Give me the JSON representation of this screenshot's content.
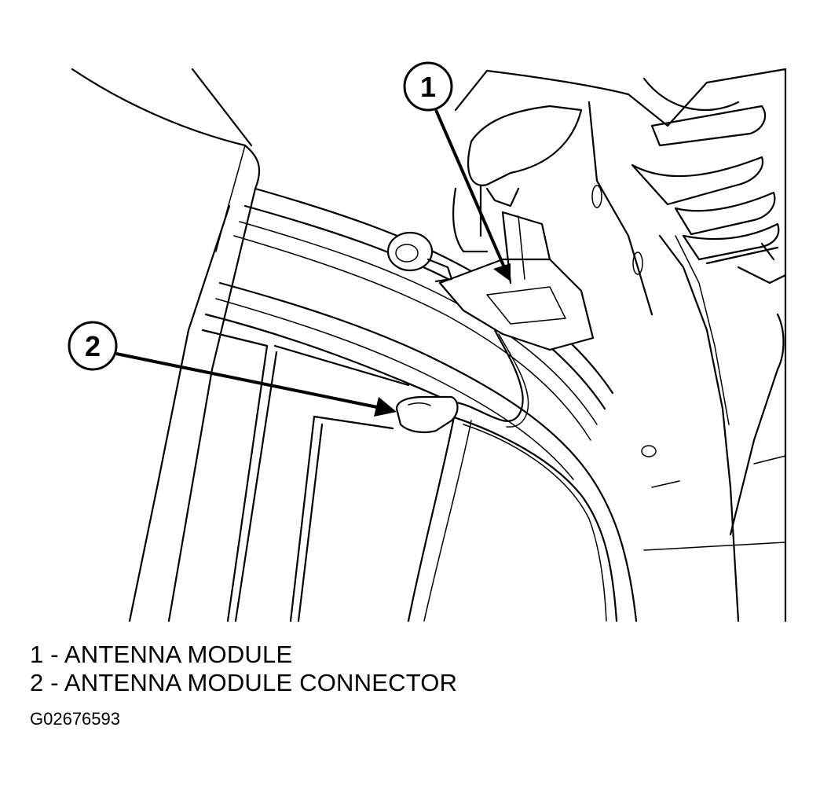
{
  "callouts": [
    {
      "number": "1"
    },
    {
      "number": "2"
    }
  ],
  "legend": [
    {
      "text": "1 - ANTENNA MODULE"
    },
    {
      "text": "2 - ANTENNA MODULE CONNECTOR"
    }
  ],
  "figure_code": "G02676593"
}
